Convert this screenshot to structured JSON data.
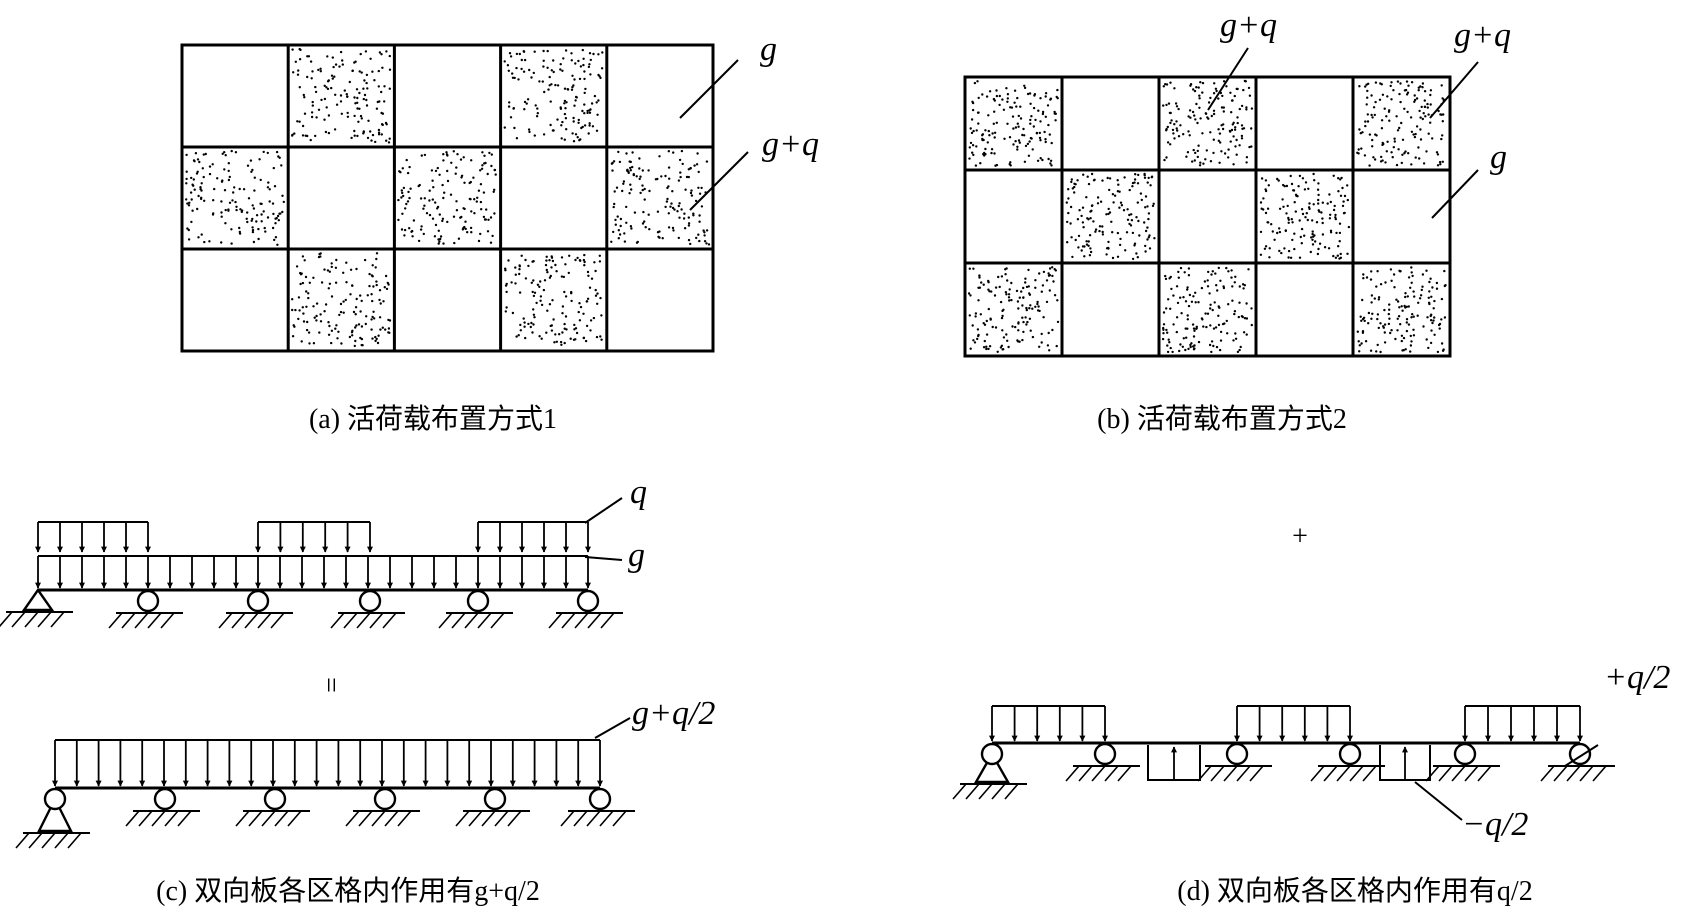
{
  "panel_a": {
    "caption": "(a) 活荷载布置方式1",
    "label_dead": "g",
    "label_total": "g+q",
    "grid_rows": 3,
    "grid_cols": 5,
    "loaded_cells": [
      [
        0,
        1
      ],
      [
        0,
        3
      ],
      [
        1,
        0
      ],
      [
        1,
        2
      ],
      [
        1,
        4
      ],
      [
        2,
        1
      ],
      [
        2,
        3
      ]
    ]
  },
  "panel_b": {
    "caption": "(b) 活荷载布置方式2",
    "label_total_1": "g+q",
    "label_total_2": "g+q",
    "label_dead": "g",
    "grid_rows": 3,
    "grid_cols": 5,
    "loaded_cells": [
      [
        0,
        0
      ],
      [
        0,
        2
      ],
      [
        0,
        4
      ],
      [
        1,
        1
      ],
      [
        1,
        3
      ],
      [
        2,
        0
      ],
      [
        2,
        2
      ],
      [
        2,
        4
      ]
    ]
  },
  "panel_c": {
    "caption": "(c) 双向板各区格内作用有g+q/2",
    "label_live": "q",
    "label_dead": "g",
    "label_half": "g+q/2",
    "equals_sign": "="
  },
  "panel_d": {
    "caption": "(d) 双向板各区格内作用有q/2",
    "label_plus": "+q/2",
    "label_minus": "−q/2",
    "plus_sign": "+"
  },
  "colors": {
    "ink": "#000000",
    "background": "#ffffff"
  }
}
